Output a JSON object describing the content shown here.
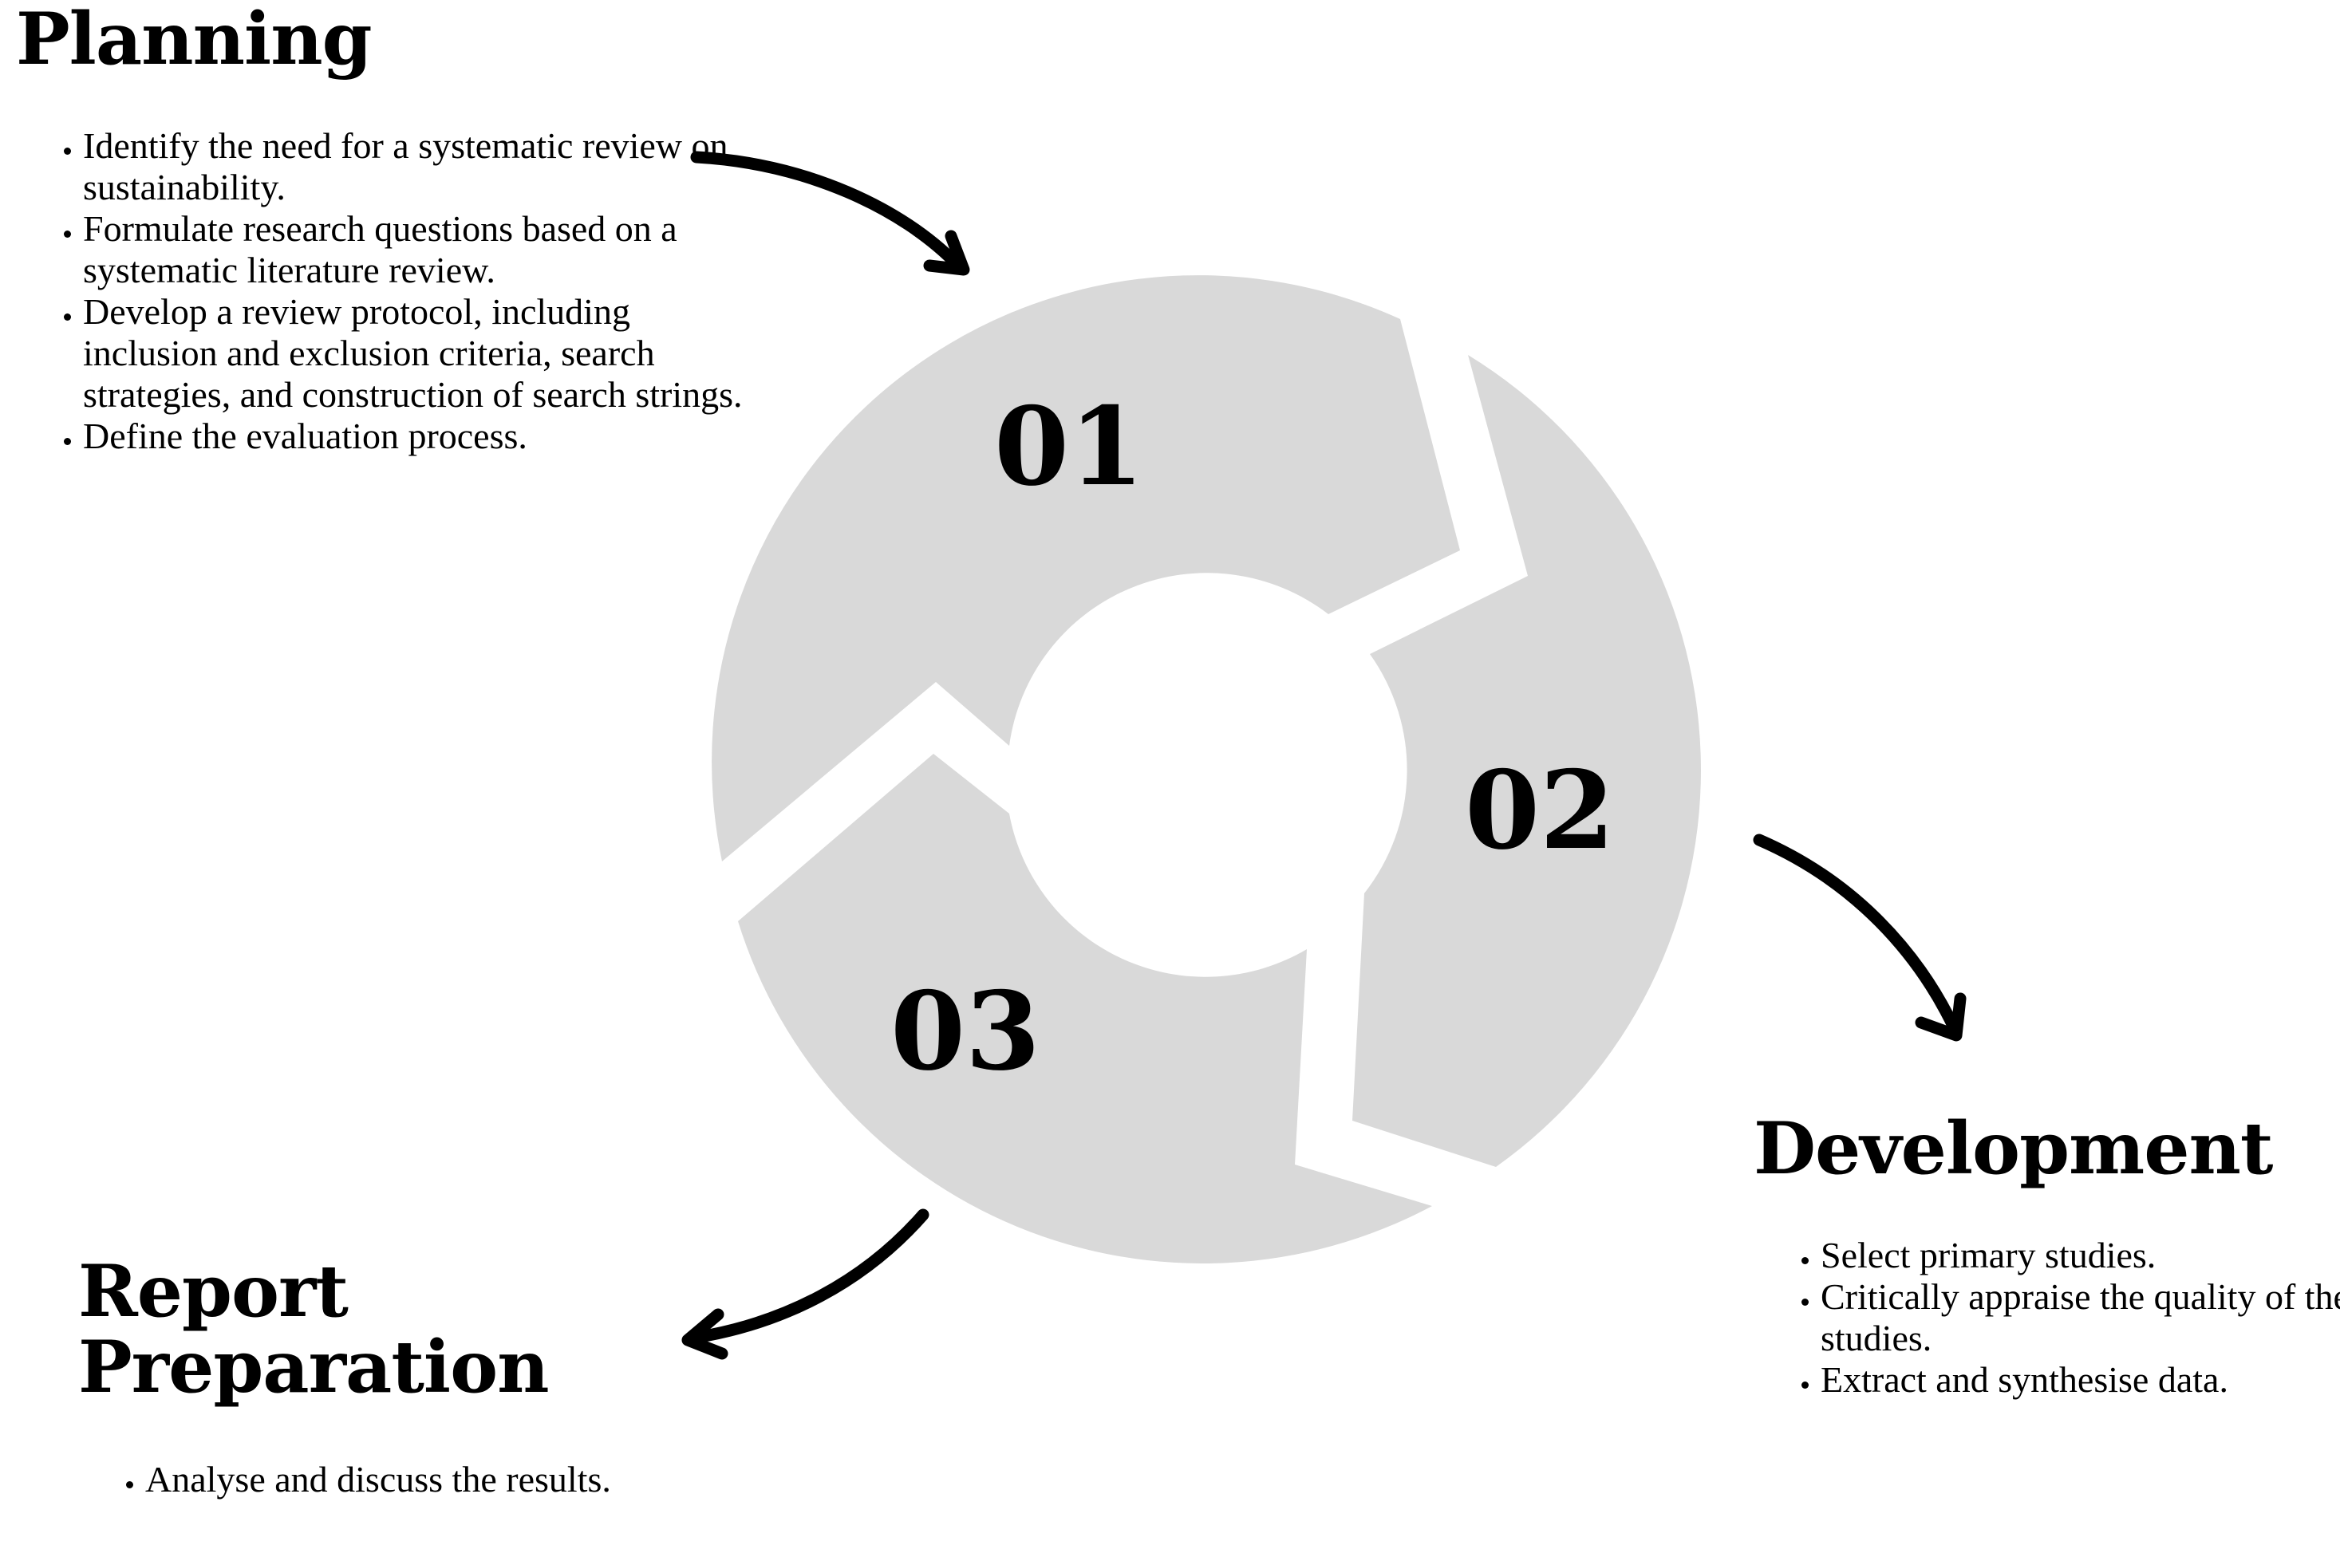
{
  "steps": [
    {
      "number": "01",
      "title": "Planning",
      "bullets": [
        "Identify the need for a systematic review on sustainability.",
        "Formulate research questions based on a systematic literature review.",
        "Develop a review protocol, including inclusion and exclusion criteria, search strategies, and construction of search strings.",
        "Define the evaluation process."
      ]
    },
    {
      "number": "02",
      "title": "Development",
      "bullets": [
        "Select primary studies.",
        "Critically appraise the quality of the studies.",
        "Extract and synthesise data."
      ]
    },
    {
      "number": "03",
      "title": "Report Preparation",
      "bullets": [
        "Analyse and discuss the results."
      ]
    }
  ],
  "colors": {
    "segment": "#d9d9d9",
    "text": "#000000",
    "arrow": "#000000",
    "background": "#ffffff"
  }
}
